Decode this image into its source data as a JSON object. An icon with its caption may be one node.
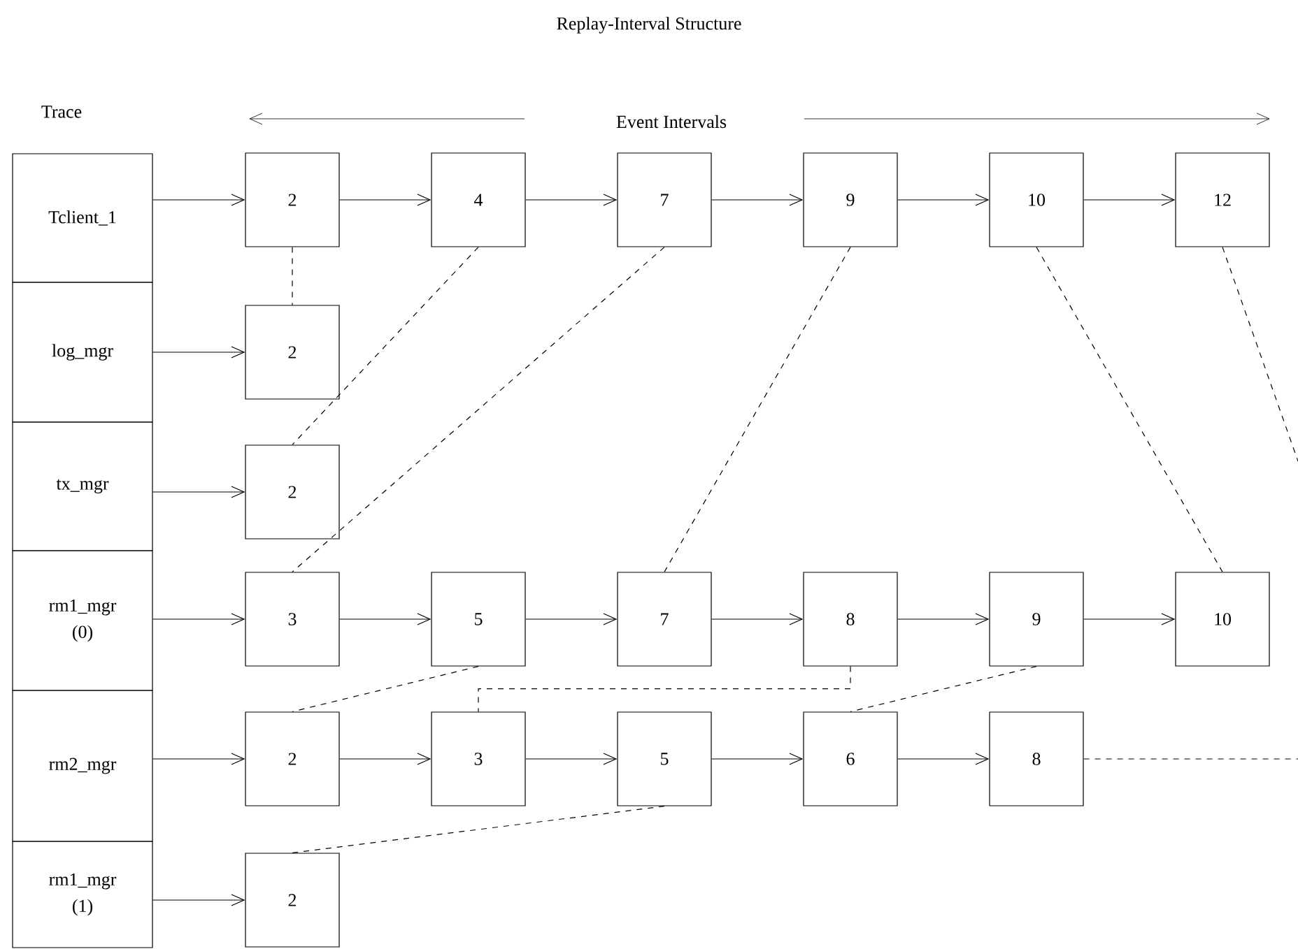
{
  "diagram": {
    "title": "Replay-Interval Structure",
    "nodes": [
      {
        "text": [
          "Tclient_1"
        ]
      },
      {
        "text": [
          "log_mgr"
        ]
      },
      {
        "text": [
          "tx_mgr"
        ]
      },
      {
        "text": [
          "rm1_mgr",
          "(0)"
        ]
      },
      {
        "text": [
          "rm2_mgr"
        ]
      },
      {
        "text": [
          "rm1_mgr",
          "(1)"
        ]
      },
      {
        "text": [
          "2"
        ]
      },
      {
        "text": [
          "4"
        ]
      },
      {
        "text": [
          "7"
        ]
      },
      {
        "text": [
          "9"
        ]
      },
      {
        "text": [
          "10"
        ]
      },
      {
        "text": [
          "12"
        ]
      },
      {
        "text": [
          "2"
        ]
      },
      {
        "text": [
          "2"
        ]
      },
      {
        "text": [
          "3"
        ]
      },
      {
        "text": [
          "5"
        ]
      },
      {
        "text": [
          "7"
        ]
      },
      {
        "text": [
          "8"
        ]
      },
      {
        "text": [
          "9"
        ]
      },
      {
        "text": [
          "10"
        ]
      },
      {
        "text": [
          "2"
        ]
      },
      {
        "text": [
          "3"
        ]
      },
      {
        "text": [
          "5"
        ]
      },
      {
        "text": [
          "6"
        ]
      },
      {
        "text": [
          "8"
        ]
      },
      {
        "text": [
          "2"
        ]
      }
    ],
    "edges": [
      {
        "from": 0,
        "to": 6,
        "arrow": "to"
      },
      {
        "from": 6,
        "to": 7,
        "arrow": "to"
      },
      {
        "from": 7,
        "to": 8,
        "arrow": "to"
      },
      {
        "from": 8,
        "to": 9,
        "arrow": "to"
      },
      {
        "from": 9,
        "to": 10,
        "arrow": "to"
      },
      {
        "from": 10,
        "to": 11,
        "arrow": "to"
      },
      {
        "from": 1,
        "to": 12,
        "arrow": "to"
      },
      {
        "from": 2,
        "to": 13,
        "arrow": "to"
      },
      {
        "from": 3,
        "to": 14,
        "arrow": "to"
      },
      {
        "from": 14,
        "to": 15,
        "arrow": "to"
      },
      {
        "from": 15,
        "to": 16,
        "arrow": "to"
      },
      {
        "from": 16,
        "to": 17,
        "arrow": "to"
      },
      {
        "from": 17,
        "to": 18,
        "arrow": "to"
      },
      {
        "from": 18,
        "to": 19,
        "arrow": "to"
      },
      {
        "from": 4,
        "to": 20,
        "arrow": "to"
      },
      {
        "from": 20,
        "to": 21,
        "arrow": "to"
      },
      {
        "from": 21,
        "to": 22,
        "arrow": "to"
      },
      {
        "from": 22,
        "to": 23,
        "arrow": "to"
      },
      {
        "from": 23,
        "to": 24,
        "arrow": "to"
      },
      {
        "from": 5,
        "to": 25,
        "arrow": "to"
      },
      {
        "from": 6,
        "to": 12,
        "arrow": "none",
        "style": "dashed"
      },
      {
        "from": 7,
        "to": 13,
        "arrow": "none",
        "style": "dashed"
      },
      {
        "from": 8,
        "to": 14,
        "arrow": "none",
        "style": "dashed"
      },
      {
        "from": 9,
        "to": 16,
        "arrow": "none",
        "style": "dashed"
      },
      {
        "from": 10,
        "to": 19,
        "arrow": "none",
        "style": "dashed"
      },
      {
        "from": 11,
        "to": null,
        "arrow": "none",
        "style": "dashed"
      },
      {
        "from": 15,
        "to": 20,
        "arrow": "none",
        "style": "dashed"
      },
      {
        "from": 17,
        "to": 21,
        "arrow": "none",
        "style": "dashed"
      },
      {
        "from": 18,
        "to": 23,
        "arrow": "none",
        "style": "dashed"
      },
      {
        "from": 22,
        "to": 25,
        "arrow": "none",
        "style": "dashed"
      },
      {
        "from": 24,
        "to": null,
        "arrow": "none",
        "style": "dashed"
      }
    ],
    "labels": [
      "Trace",
      "Event Intervals"
    ]
  }
}
